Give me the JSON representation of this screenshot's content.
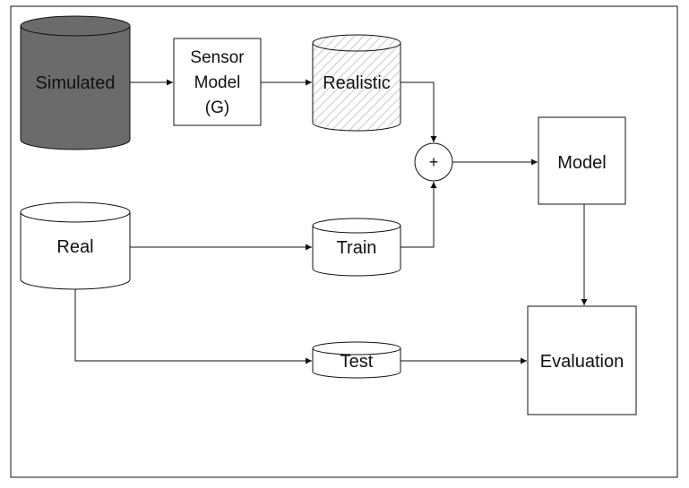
{
  "diagram": {
    "nodes": {
      "simulated": {
        "label": "Simulated",
        "shape": "cylinder",
        "fill": "#6b6b6b"
      },
      "sensor_model": {
        "lines": [
          "Sensor",
          "Model",
          "(G)"
        ],
        "shape": "box"
      },
      "realistic": {
        "label": "Realistic",
        "shape": "cylinder",
        "fill": "hatched"
      },
      "combine": {
        "label": "+",
        "shape": "circle"
      },
      "model": {
        "label": "Model",
        "shape": "box"
      },
      "real": {
        "label": "Real",
        "shape": "cylinder"
      },
      "train": {
        "label": "Train",
        "shape": "cylinder"
      },
      "test": {
        "label": "Test",
        "shape": "cylinder"
      },
      "evaluation": {
        "label": "Evaluation",
        "shape": "box"
      }
    },
    "edges": [
      [
        "simulated",
        "sensor_model"
      ],
      [
        "sensor_model",
        "realistic"
      ],
      [
        "realistic",
        "combine"
      ],
      [
        "train",
        "combine"
      ],
      [
        "combine",
        "model"
      ],
      [
        "real",
        "train"
      ],
      [
        "real",
        "test"
      ],
      [
        "model",
        "evaluation"
      ],
      [
        "test",
        "evaluation"
      ]
    ],
    "colors": {
      "line": "#111111",
      "simulated_fill": "#6b6b6b",
      "hatch": "#c8c8c8",
      "background": "#ffffff"
    }
  }
}
